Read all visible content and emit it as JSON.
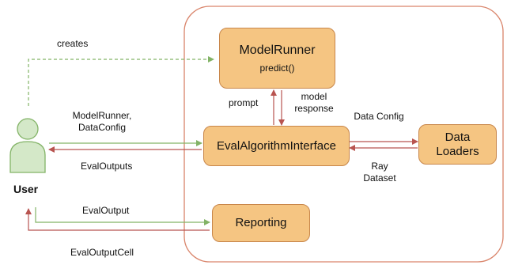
{
  "nodes": {
    "model_runner": {
      "title": "ModelRunner",
      "subtitle": "predict()"
    },
    "eval_interface": {
      "title": "EvalAlgorithmInterface"
    },
    "data_loaders": {
      "title": "Data Loaders"
    },
    "reporting": {
      "title": "Reporting"
    }
  },
  "actor": {
    "label": "User"
  },
  "edges": {
    "creates": "creates",
    "modelrunner_dataconfig": "ModelRunner, DataConfig",
    "eval_outputs": "EvalOutputs",
    "eval_output": "EvalOutput",
    "eval_output_cell": "EvalOutputCell",
    "prompt": "prompt",
    "model_response": "model response",
    "data_config": "Data Config",
    "ray_dataset": "Ray Dataset"
  },
  "colors": {
    "node_fill": "#f5c582",
    "node_border": "#c8864a",
    "container_border": "#d9846a",
    "user_fill": "#d4e8c8",
    "user_stroke": "#82b366",
    "green_arrow": "#82b366",
    "red_arrow": "#b85450"
  }
}
